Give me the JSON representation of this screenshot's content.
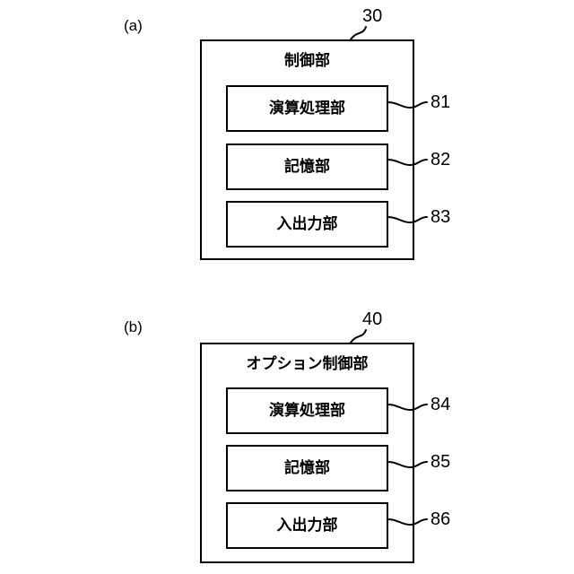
{
  "figure": {
    "type": "patent-block-diagram",
    "background_color": "#ffffff",
    "line_color": "#000000"
  },
  "panels": [
    {
      "label": "(a)",
      "top_reference": "30",
      "container_title": "制御部",
      "modules": [
        {
          "label": "演算処理部",
          "reference": "81"
        },
        {
          "label": "記憶部",
          "reference": "82"
        },
        {
          "label": "入出力部",
          "reference": "83"
        }
      ]
    },
    {
      "label": "(b)",
      "top_reference": "40",
      "container_title": "オプション制御部",
      "modules": [
        {
          "label": "演算処理部",
          "reference": "84"
        },
        {
          "label": "記憶部",
          "reference": "85"
        },
        {
          "label": "入出力部",
          "reference": "86"
        }
      ]
    }
  ]
}
